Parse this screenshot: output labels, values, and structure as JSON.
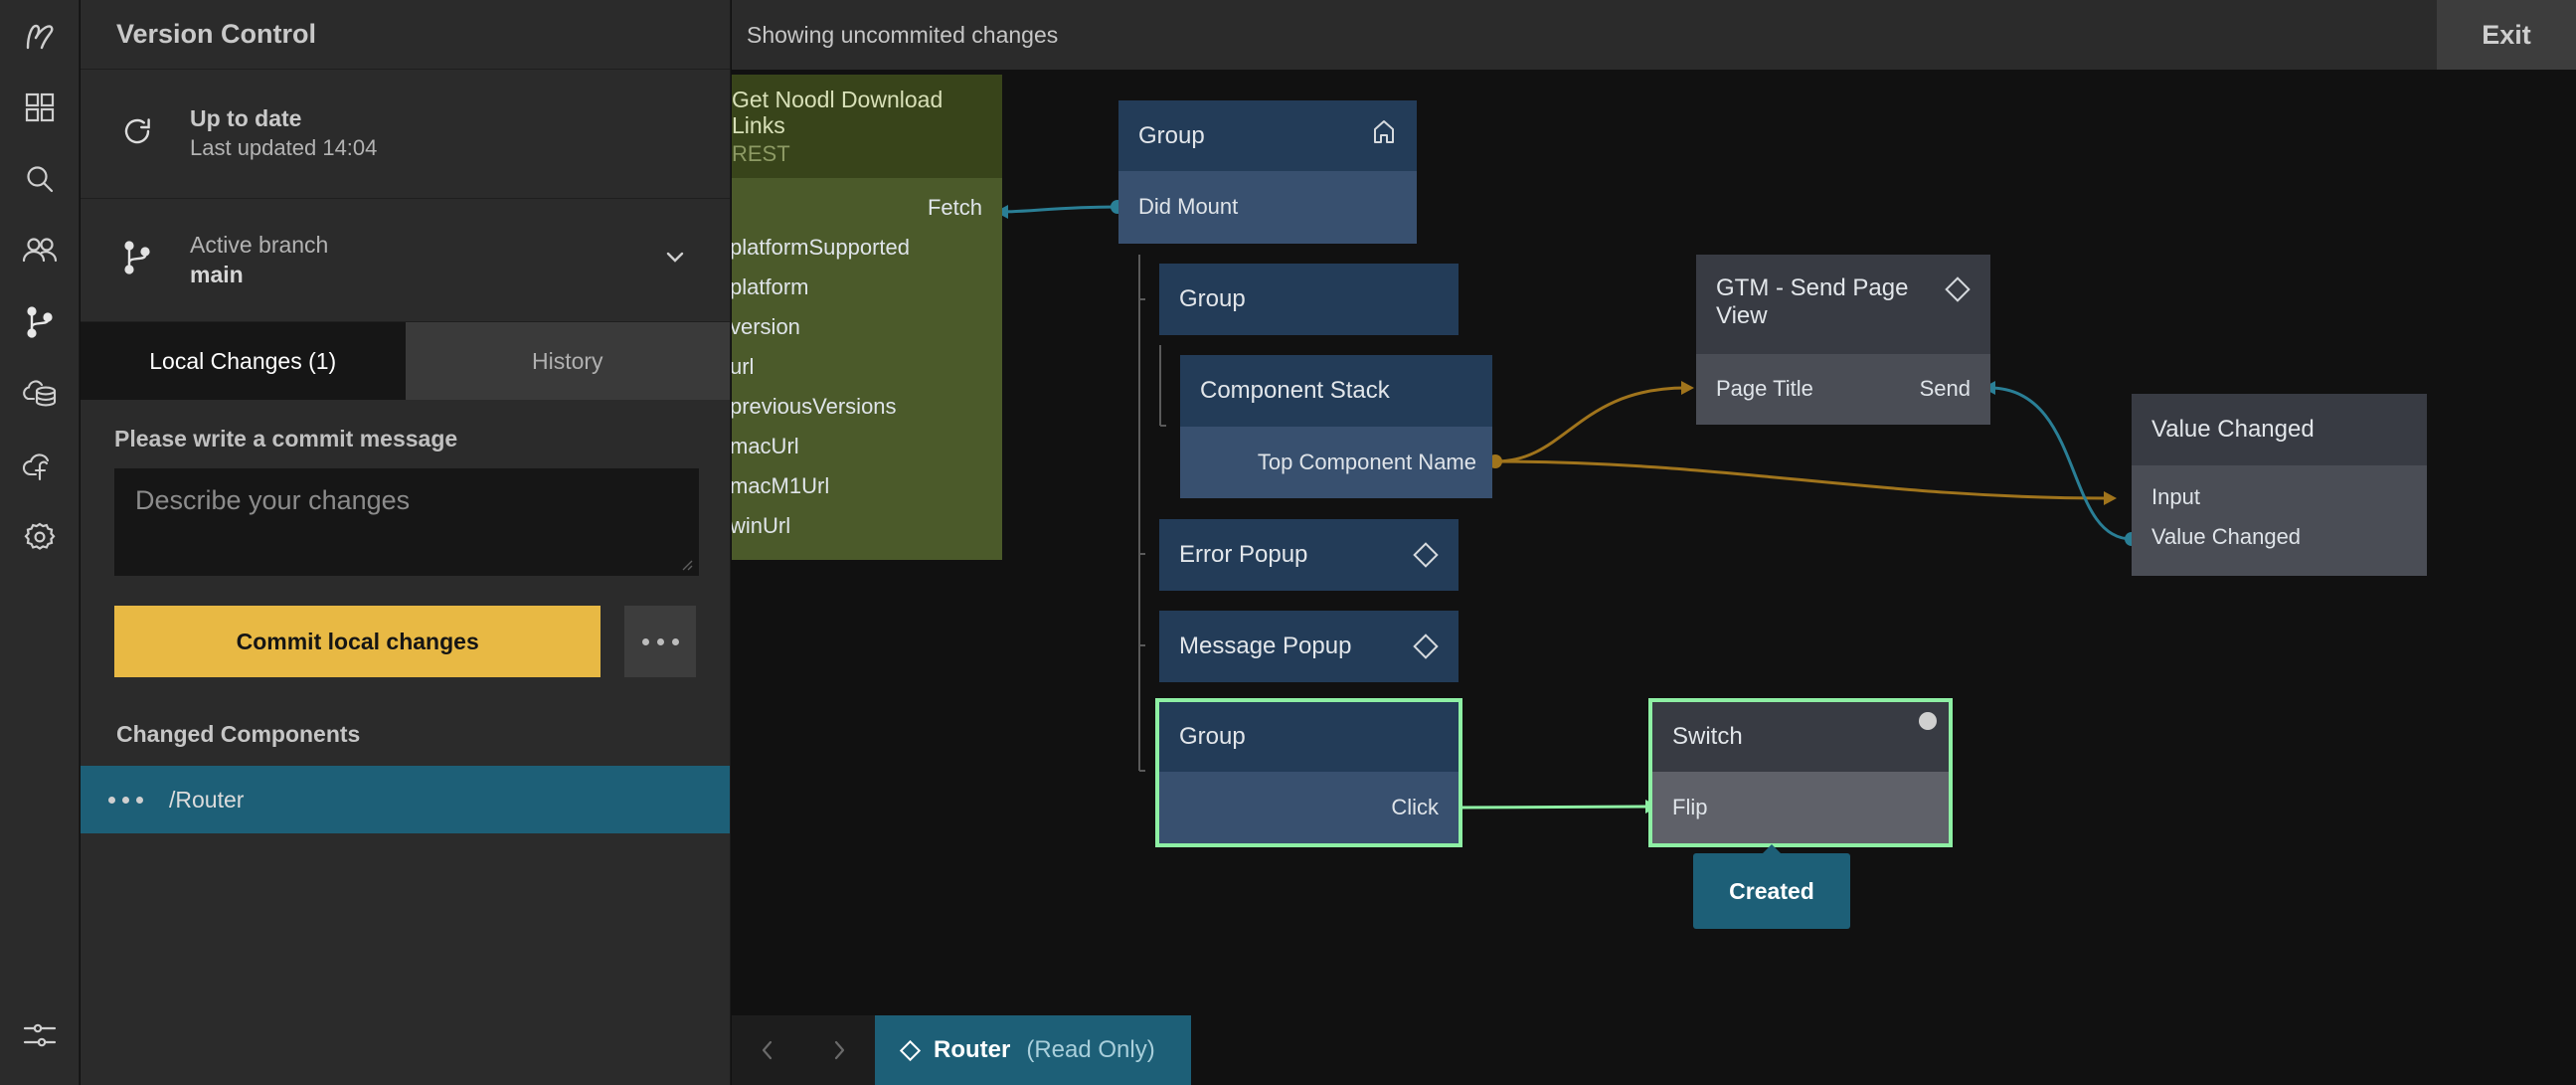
{
  "rail": {
    "items": [
      {
        "icon": "noodl-logo-icon",
        "name": "noodl-logo"
      },
      {
        "icon": "components-grid-icon",
        "name": "components"
      },
      {
        "icon": "search-icon",
        "name": "search"
      },
      {
        "icon": "users-icon",
        "name": "collaborators"
      },
      {
        "icon": "branch-icon",
        "name": "version-control"
      },
      {
        "icon": "cloud-database-icon",
        "name": "cloud-data"
      },
      {
        "icon": "cloud-functions-icon",
        "name": "cloud-functions"
      },
      {
        "icon": "gear-icon",
        "name": "settings"
      }
    ],
    "bottom": {
      "icon": "sliders-icon",
      "name": "editor-settings"
    }
  },
  "panel": {
    "title": "Version Control",
    "status": {
      "icon": "refresh-icon",
      "main": "Up to date",
      "sub": "Last updated 14:04"
    },
    "branch": {
      "icon": "branch-icon",
      "label": "Active branch",
      "name": "main",
      "chevron": "chevron-down-icon"
    },
    "tabs": [
      {
        "label": "Local Changes (1)",
        "active": true
      },
      {
        "label": "History",
        "active": false
      }
    ],
    "commit": {
      "prompt": "Please write a commit message",
      "placeholder": "Describe your changes",
      "value": "",
      "button": "Commit local changes",
      "more": "..."
    },
    "changed": {
      "heading": "Changed Components",
      "items": [
        {
          "name": "/Router"
        }
      ]
    }
  },
  "topbar": {
    "message": "Showing uncommited changes",
    "exit": "Exit"
  },
  "canvas": {
    "nodes": {
      "rest": {
        "title": "Get Noodl Download Links",
        "subtitle": "REST",
        "out_fetch": "Fetch",
        "ports": [
          "platformSupported",
          "platform",
          "version",
          "url",
          "previousVersions",
          "macUrl",
          "macM1Url",
          "winUrl"
        ]
      },
      "group_root": {
        "title": "Group",
        "icon": "home-icon",
        "port": "Did Mount"
      },
      "group_second": {
        "title": "Group"
      },
      "component_stack": {
        "title": "Component Stack",
        "port": "Top Component Name"
      },
      "error_popup": {
        "title": "Error Popup",
        "icon": "diamond-icon"
      },
      "message_popup": {
        "title": "Message Popup",
        "icon": "diamond-icon"
      },
      "group_click": {
        "title": "Group",
        "port": "Click"
      },
      "gtm": {
        "title": "GTM - Send Page View",
        "icon": "diamond-icon",
        "port_in": "Page Title",
        "port_out": "Send"
      },
      "value_changed": {
        "title": "Value Changed",
        "port_in": "Input",
        "port_out": "Value Changed"
      },
      "switch": {
        "title": "Switch",
        "icon": "circle-icon",
        "port": "Flip",
        "tooltip": "Created"
      }
    },
    "colors": {
      "rest_header": "#394619",
      "rest_body": "#4e5c28",
      "group_header": "#23405c",
      "group_body": "#3d5a7d",
      "logic_header": "#474a52",
      "logic_body": "#5b5e66",
      "selection": "#8ef0a4",
      "signal_edge": "#2a7f96",
      "data_edge": "#c08a1e",
      "accent": "#e8b944",
      "highlight": "#1d5f77"
    }
  },
  "breadcrumb": {
    "back": "chevron-left-icon",
    "forward": "chevron-right-icon",
    "icon": "diamond-icon",
    "name": "Router",
    "readonly": "(Read Only)"
  }
}
